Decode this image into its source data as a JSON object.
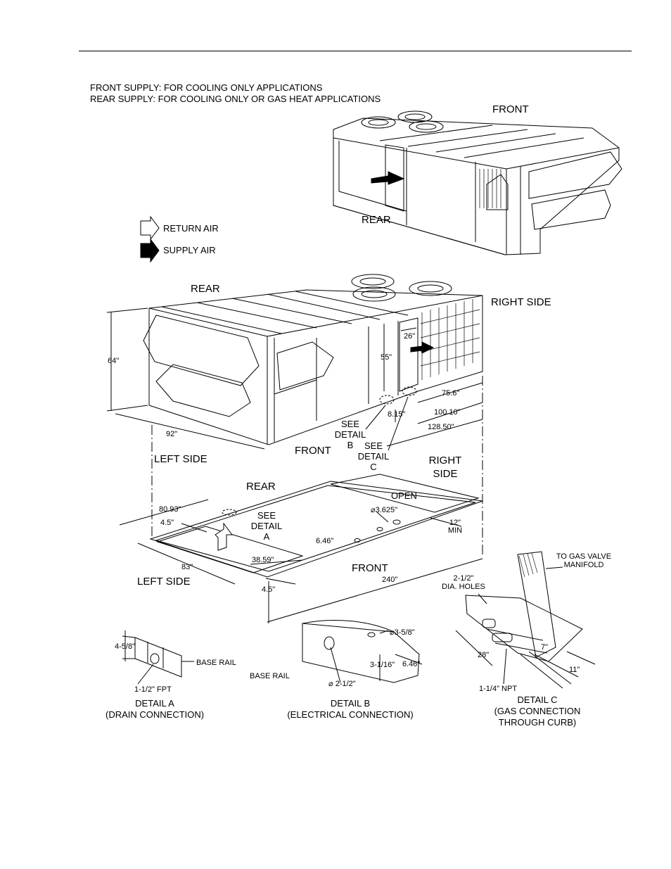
{
  "notes": {
    "front_supply": "FRONT SUPPLY:  FOR COOLING ONLY APPLICATIONS",
    "rear_supply": "REAR SUPPLY:  FOR COOLING ONLY OR GAS HEAT APPLICATIONS"
  },
  "legend": {
    "return_air": "RETURN AIR",
    "supply_air": "SUPPLY AIR"
  },
  "top_view": {
    "front": "FRONT",
    "rear": "REAR"
  },
  "main_view": {
    "rear": "REAR",
    "right_side": "RIGHT SIDE",
    "front": "FRONT",
    "left_side": "LEFT SIDE",
    "dim_height": "64\"",
    "dim_width": "92\"",
    "dim_26": "26\"",
    "dim_55": "55\"",
    "dim_756": "75.6\"",
    "dim_815": "8.15\"",
    "dim_10010": "100.10\"",
    "dim_12850": "128.50\"",
    "see_detail_b": [
      "SEE",
      "DETAIL",
      "B"
    ],
    "see_detail_c": [
      "SEE",
      "DETAIL",
      "C"
    ]
  },
  "curb_view": {
    "rear": "REAR",
    "right": [
      "RIGHT",
      "SIDE"
    ],
    "front": "FRONT",
    "left_side": "LEFT SIDE",
    "open": "OPEN",
    "dim_8093": "80.93\"",
    "dim_45a": "4.5\"",
    "dim_3625": "3.625\"",
    "dim_12min": [
      "12\"",
      "MIN"
    ],
    "dim_646": "6.46\"",
    "dim_3859": "38.59\"",
    "dim_83": "83\"",
    "dim_240": "240\"",
    "dim_45b": "4.5\"",
    "see_detail_a": [
      "SEE",
      "DETAIL",
      "A"
    ],
    "diameter_symbol": "⌀"
  },
  "detail_a": {
    "dim_458": "4-5/8\"",
    "base_rail": "BASE RAIL",
    "fpt": "1-1/2\" FPT",
    "title": [
      "DETAIL A",
      "(DRAIN CONNECTION)"
    ]
  },
  "detail_b": {
    "dim_358": "3-5/8\"",
    "dim_3116": "3-1/16\"",
    "dim_646": "6.46\"",
    "base_rail": "BASE RAIL",
    "dim_212": "2-1/2\"",
    "title": [
      "DETAIL B",
      "(ELECTRICAL CONNECTION)"
    ]
  },
  "detail_c": {
    "gas_valve": [
      "TO GAS VALVE",
      "MANIFOLD"
    ],
    "holes": [
      "2-1/2\"",
      "DIA. HOLES"
    ],
    "dim_28": "28\"",
    "dim_11": "11\"",
    "dim_7": "7\"",
    "npt": "1-1/4\" NPT",
    "title": [
      "DETAIL C",
      "(GAS CONNECTION",
      "THROUGH CURB)"
    ]
  }
}
